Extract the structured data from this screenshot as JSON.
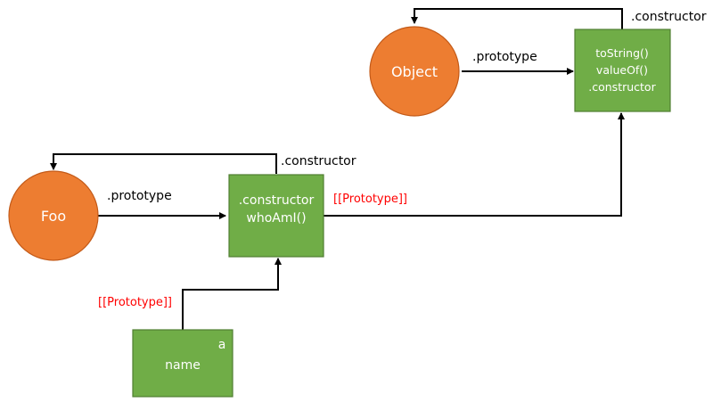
{
  "colors": {
    "circle_fill": "#ED7D31",
    "circle_stroke": "#C35A18",
    "box_fill": "#70AD47",
    "box_stroke": "#507E32",
    "edge": "#000000",
    "link_label": "#FF0000"
  },
  "nodes": {
    "object": {
      "label": "Object"
    },
    "object_prototype": {
      "lines": [
        "toString()",
        "valueOf()",
        ".constructor"
      ]
    },
    "foo": {
      "label": "Foo"
    },
    "foo_prototype": {
      "lines": [
        ".constructor",
        "whoAmI()"
      ]
    },
    "instance_a": {
      "name": "a",
      "property": "name"
    }
  },
  "edges": {
    "object_to_prototype": {
      "label": ".prototype"
    },
    "object_prototype_constructor": {
      "label": ".constructor"
    },
    "foo_to_prototype": {
      "label": ".prototype"
    },
    "foo_prototype_constructor": {
      "label": ".constructor"
    },
    "foo_prototype_link": {
      "label": "[[Prototype]]"
    },
    "instance_link": {
      "label": "[[Prototype]]"
    }
  }
}
